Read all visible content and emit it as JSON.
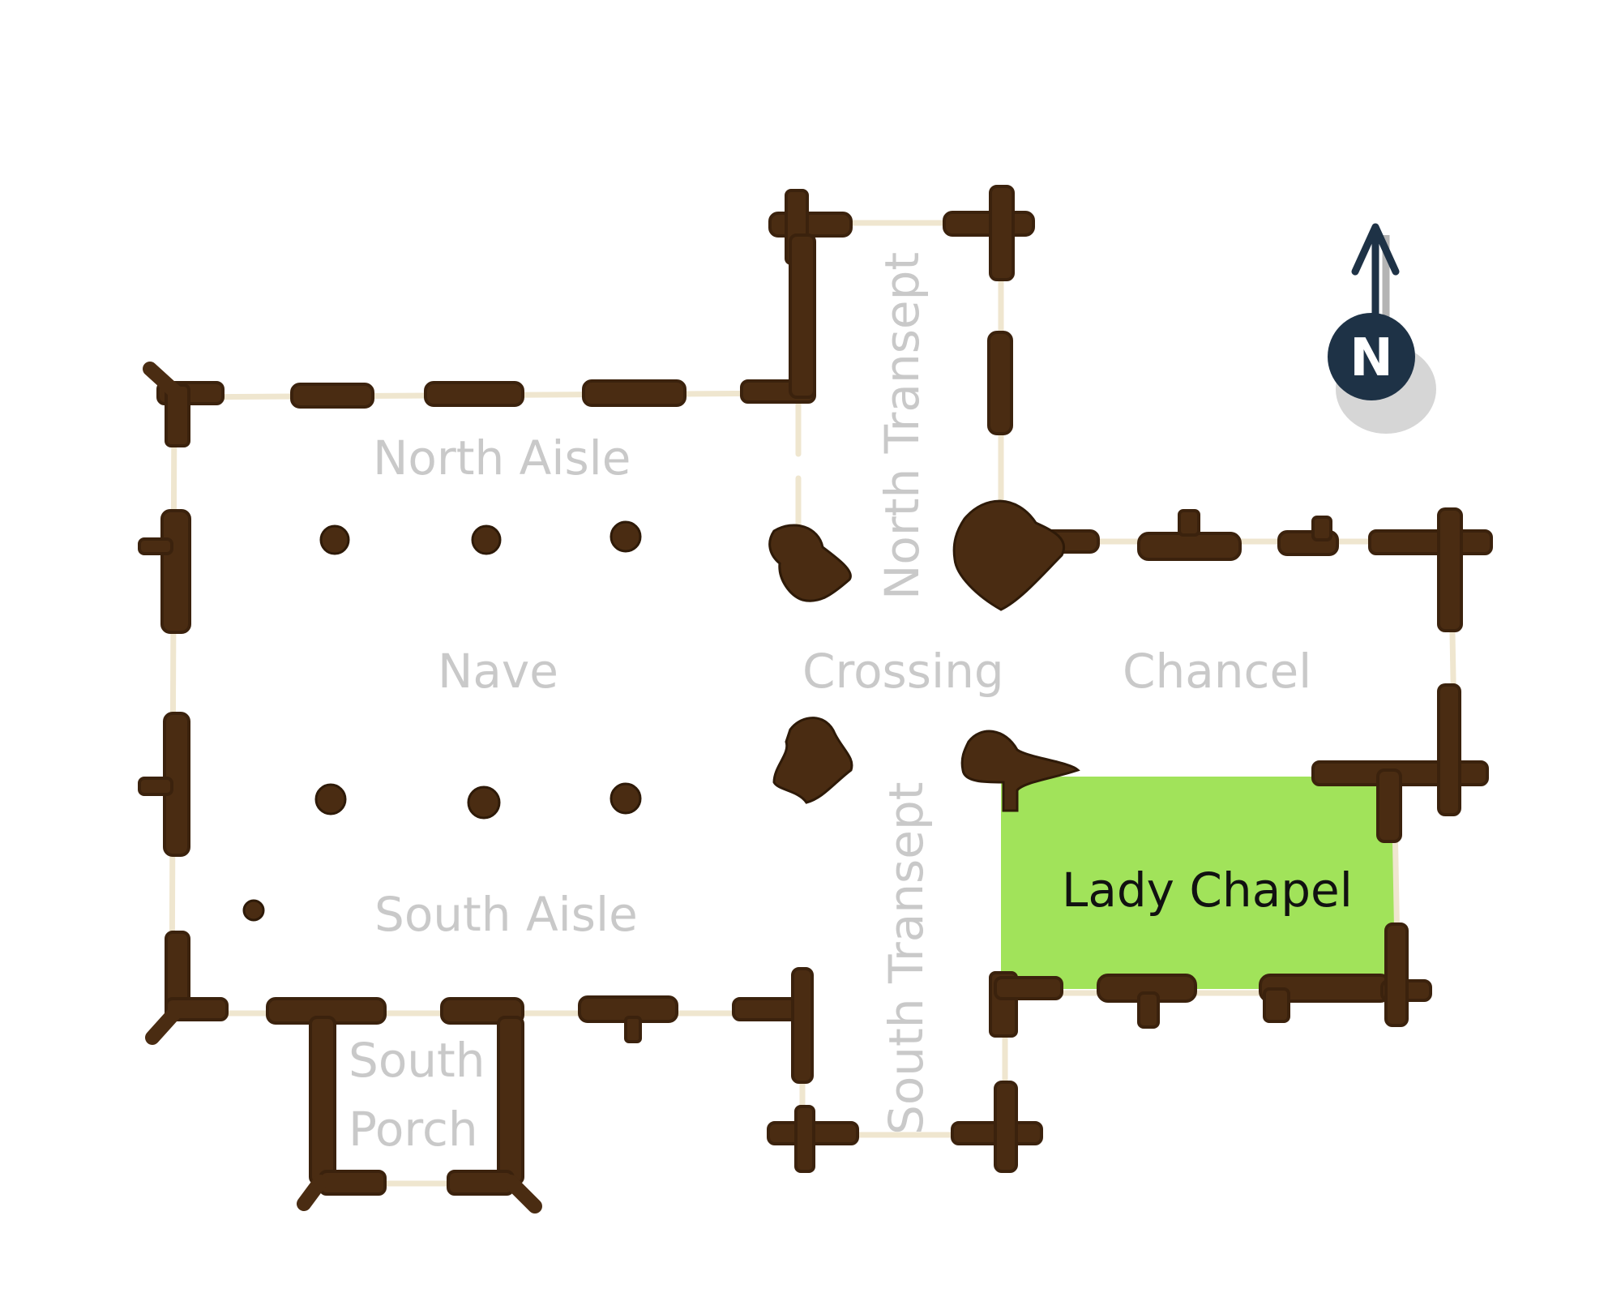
{
  "colors": {
    "wall": "#4a2c12",
    "window": "#efe6cf",
    "label": "#c9c9c9",
    "highlight": "#a1e35a",
    "highlight_label": "#111111",
    "compass": "#1e3246"
  },
  "labels": {
    "north_aisle": "North Aisle",
    "nave": "Nave",
    "south_aisle": "South Aisle",
    "south_porch_line1": "South",
    "south_porch_line2": "Porch",
    "crossing": "Crossing",
    "north_transept": "North Transept",
    "south_transept": "South Transept",
    "chancel": "Chancel",
    "lady_chapel": "Lady Chapel"
  },
  "compass": {
    "letter": "N",
    "icon": "north-arrow-icon"
  },
  "highlighted_area": "lady_chapel"
}
